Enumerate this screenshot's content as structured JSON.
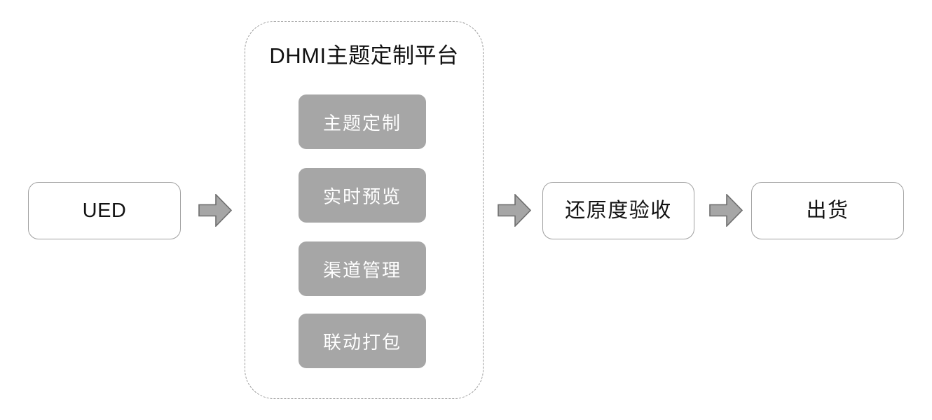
{
  "diagram": {
    "type": "flow",
    "background": "#ffffff",
    "colors": {
      "chip_fill": "#a6a6a6",
      "chip_text": "#ffffff",
      "box_border": "#a0a0a0",
      "box_fill": "#ffffff",
      "box_text": "#121212",
      "dashed_border": "#9a9a9a",
      "arrow_fill": "#a6a6a6",
      "arrow_stroke": "#6e6e6e"
    },
    "nodes": [
      {
        "id": "ued",
        "label": "UED",
        "shape": "rounded-rect",
        "style": "outline"
      },
      {
        "id": "accept",
        "label": "还原度验收",
        "shape": "rounded-rect",
        "style": "outline"
      },
      {
        "id": "ship",
        "label": "出货",
        "shape": "rounded-rect",
        "style": "outline"
      }
    ],
    "platform": {
      "title": "DHMI主题定制平台",
      "border_style": "dashed",
      "features": [
        {
          "id": "theme-custom",
          "label": "主题定制"
        },
        {
          "id": "live-preview",
          "label": "实时预览"
        },
        {
          "id": "channel-manage",
          "label": "渠道管理"
        },
        {
          "id": "linked-package",
          "label": "联动打包"
        }
      ]
    },
    "arrows": [
      {
        "id": "arrow-ued-to-platform",
        "from": "ued",
        "to": "platform",
        "direction": "right"
      },
      {
        "id": "arrow-platform-to-accept",
        "from": "platform",
        "to": "accept",
        "direction": "right"
      },
      {
        "id": "arrow-accept-to-ship",
        "from": "accept",
        "to": "ship",
        "direction": "right"
      }
    ]
  }
}
